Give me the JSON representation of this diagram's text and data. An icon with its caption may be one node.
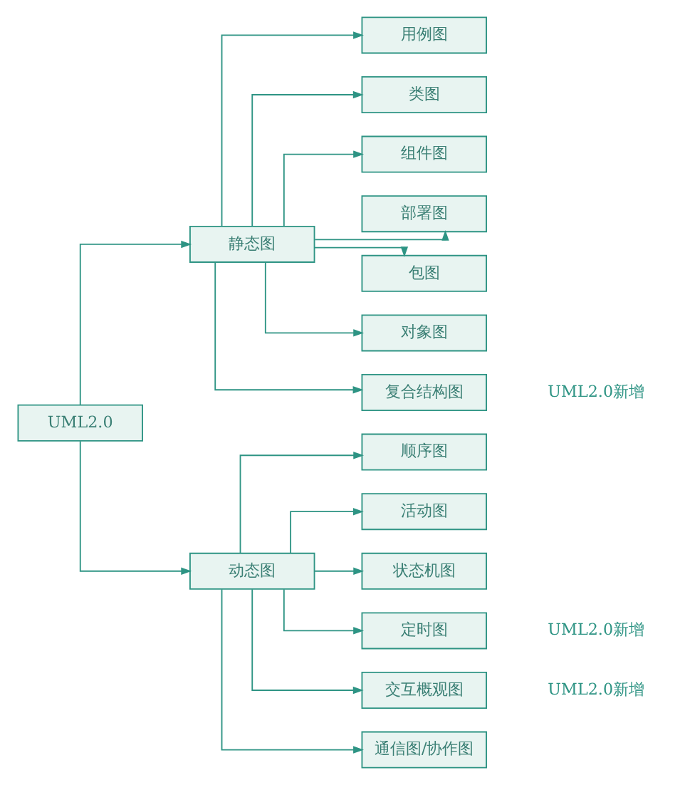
{
  "diagram": {
    "nodes": [
      {
        "text": [
          "UML2.0"
        ]
      },
      {
        "text": [
          "静态图"
        ]
      },
      {
        "text": [
          "用例图"
        ]
      },
      {
        "text": [
          "类图"
        ]
      },
      {
        "text": [
          "组件图"
        ]
      },
      {
        "text": [
          "部署图"
        ]
      },
      {
        "text": [
          "包图"
        ]
      },
      {
        "text": [
          "对象图"
        ]
      },
      {
        "text": [
          "复合结构图"
        ],
        "beside": [
          "UML2.0新增"
        ]
      },
      {
        "text": [
          "动态图"
        ]
      },
      {
        "text": [
          "顺序图"
        ]
      },
      {
        "text": [
          "活动图"
        ]
      },
      {
        "text": [
          "状态机图"
        ]
      },
      {
        "text": [
          "定时图"
        ],
        "beside": [
          "UML2.0新增"
        ]
      },
      {
        "text": [
          "交互概观图"
        ],
        "beside": [
          "UML2.0新增"
        ]
      },
      {
        "text": [
          "通信图/协作图"
        ]
      }
    ],
    "edges": [
      {
        "from": 0,
        "to": 1,
        "arrow": "to"
      },
      {
        "from": 0,
        "to": 9,
        "arrow": "to"
      },
      {
        "from": 1,
        "to": 2,
        "arrow": "to"
      },
      {
        "from": 1,
        "to": 3,
        "arrow": "to"
      },
      {
        "from": 1,
        "to": 4,
        "arrow": "to"
      },
      {
        "from": 1,
        "to": 5,
        "arrow": "to"
      },
      {
        "from": 1,
        "to": 6,
        "arrow": "to"
      },
      {
        "from": 1,
        "to": 7,
        "arrow": "to"
      },
      {
        "from": 1,
        "to": 8,
        "arrow": "to"
      },
      {
        "from": 9,
        "to": 10,
        "arrow": "to"
      },
      {
        "from": 9,
        "to": 11,
        "arrow": "to"
      },
      {
        "from": 9,
        "to": 12,
        "arrow": "to"
      },
      {
        "from": 9,
        "to": 13,
        "arrow": "to"
      },
      {
        "from": 9,
        "to": 14,
        "arrow": "to"
      },
      {
        "from": 9,
        "to": 15,
        "arrow": "to"
      }
    ]
  }
}
